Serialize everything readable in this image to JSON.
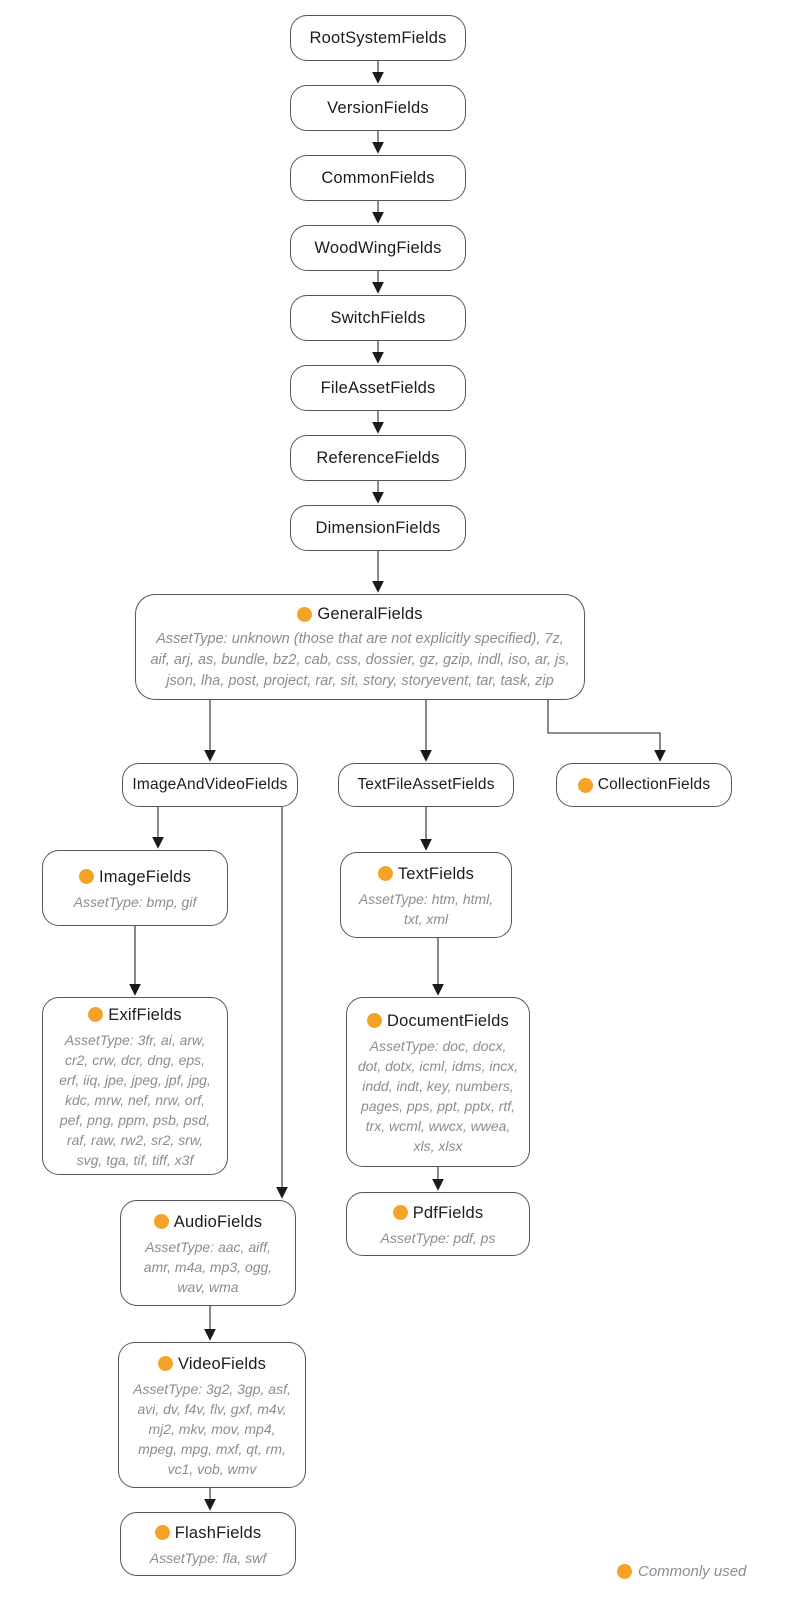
{
  "legend": {
    "label": "Commonly used"
  },
  "colors": {
    "accent_orange": "#F5A328",
    "box_border": "#55565c",
    "title_text": "#1c1c1e",
    "asset_type_text": "#8d8d90",
    "connector_line": "#4b4b4d"
  },
  "nodes": {
    "root": {
      "label": "RootSystemFields"
    },
    "version": {
      "label": "VersionFields"
    },
    "common": {
      "label": "CommonFields"
    },
    "woodwing": {
      "label": "WoodWingFields"
    },
    "switch": {
      "label": "SwitchFields"
    },
    "fileasset": {
      "label": "FileAssetFields"
    },
    "reference": {
      "label": "ReferenceFields"
    },
    "dimension": {
      "label": "DimensionFields"
    },
    "general": {
      "label": "GeneralFields",
      "commonly_used": true,
      "asset_types": "AssetType: unknown (those that are not explicitly specified), 7z, aif, arj, as, bundle, bz2, cab, css, dossier, gz, gzip, indl, iso, ar, js, json, lha, post, project, rar, sit, story, storyevent, tar, task, zip"
    },
    "imageandvideo": {
      "label": "ImageAndVideoFields"
    },
    "textfileasset": {
      "label": "TextFileAssetFields"
    },
    "collection": {
      "label": "CollectionFields",
      "commonly_used": true
    },
    "image": {
      "label": "ImageFields",
      "commonly_used": true,
      "asset_types": "AssetType: bmp, gif"
    },
    "exif": {
      "label": "ExifFields",
      "commonly_used": true,
      "asset_types": "AssetType: 3fr, ai, arw, cr2, crw, dcr, dng, eps, erf, iiq, jpe, jpeg, jpf, jpg, kdc, mrw, nef, nrw, orf, pef, png, ppm, psb, psd, raf, raw, rw2, sr2, srw, svg, tga, tif, tiff, x3f"
    },
    "audio": {
      "label": "AudioFields",
      "commonly_used": true,
      "asset_types": "AssetType: aac, aiff, amr, m4a, mp3, ogg, wav, wma"
    },
    "video": {
      "label": "VideoFields",
      "commonly_used": true,
      "asset_types": "AssetType: 3g2, 3gp, asf, avi, dv, f4v, flv, gxf, m4v, mj2, mkv, mov, mp4, mpeg, mpg, mxf, qt, rm, vc1, vob, wmv"
    },
    "flash": {
      "label": "FlashFields",
      "commonly_used": true,
      "asset_types": "AssetType: fla, swf"
    },
    "text": {
      "label": "TextFields",
      "commonly_used": true,
      "asset_types": "AssetType: htm, html, txt, xml"
    },
    "document": {
      "label": "DocumentFields",
      "commonly_used": true,
      "asset_types": "AssetType: doc, docx, dot, dotx, icml, idms, incx, indd, indt, key, numbers, pages, pps, ppt, pptx, rtf, trx, wcml, wwcx, wwea, xls, xlsx"
    },
    "pdf": {
      "label": "PdfFields",
      "commonly_used": true,
      "asset_types": "AssetType: pdf, ps"
    }
  }
}
